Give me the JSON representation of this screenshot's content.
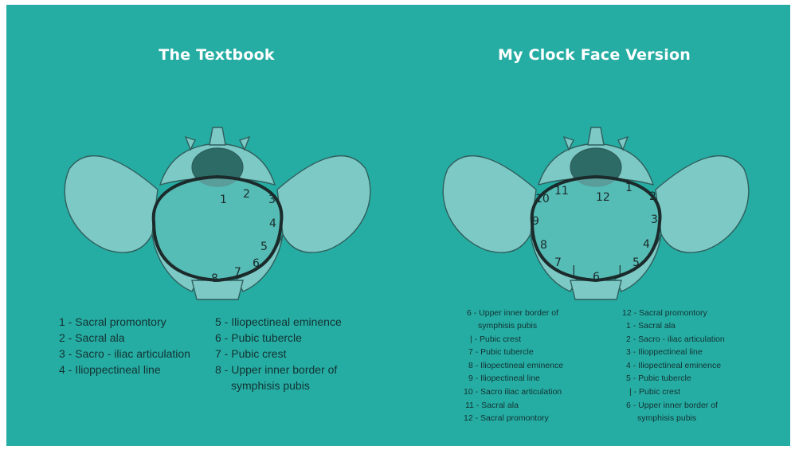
{
  "colors": {
    "background": "#26ada3",
    "bone": "#7dc9c6",
    "bone_outline": "#2f5f5d",
    "inlet_outline": "#1b2a2a",
    "sacrum": "#2d6b67",
    "title_text": "#ffffff",
    "legend_text": "#123232"
  },
  "left_panel": {
    "title": "The Textbook",
    "diagram_numbers": [
      "1",
      "2",
      "3",
      "4",
      "5",
      "6",
      "7",
      "8"
    ],
    "legend": {
      "col1": [
        "1 - Sacral promontory",
        "2 - Sacral ala",
        "3 - Sacro - iliac articulation",
        "4 - Ilioppectineal line"
      ],
      "col2": [
        "5 - Iliopectineal eminence",
        "6 - Pubic tubercle",
        "7 - Pubic crest",
        "8 - Upper inner border of",
        "symphisis pubis"
      ]
    }
  },
  "right_panel": {
    "title": "My Clock Face Version",
    "diagram_numbers": [
      "12",
      "1",
      "2",
      "3",
      "4",
      "5",
      "|",
      "6",
      "|",
      "7",
      "8",
      "9",
      "10",
      "11"
    ],
    "legend": {
      "col1": [
        "6 - Upper inner border of",
        "symphisis pubis",
        "| - Pubic crest",
        "7 - Pubic tubercle",
        "8 - Iliopectineal eminence",
        "9 - Iliopectineal line",
        "10 - Sacro iliac articulation",
        "11 - Sacral ala",
        "12 - Sacral promontory"
      ],
      "col2": [
        "12 - Sacral promontory",
        "1 - Sacral ala",
        "2 - Sacro - iliac articulation",
        "3 - Ilioppectineal line",
        "4 - Iliopectineal eminence",
        "5 - Pubic tubercle",
        "| - Pubic crest",
        "6 - Upper inner border of",
        "symphisis pubis"
      ]
    }
  }
}
